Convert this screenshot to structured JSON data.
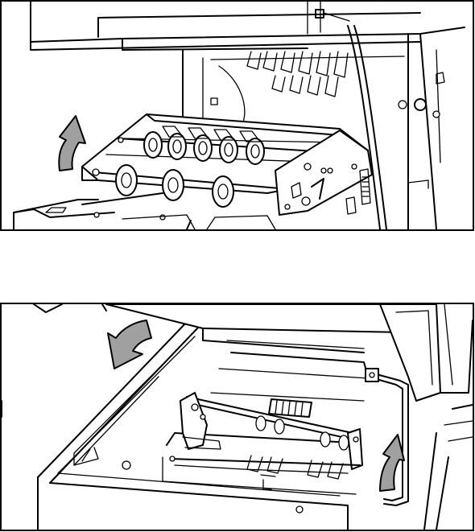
{
  "figure": {
    "panels": [
      {
        "id": "top",
        "arrow_direction": "up"
      },
      {
        "id": "bottom",
        "arrow_directions": [
          "down",
          "up"
        ]
      }
    ],
    "colors": {
      "line": "#000000",
      "background": "#ffffff",
      "arrow_fill": "#a0a0a0"
    }
  }
}
